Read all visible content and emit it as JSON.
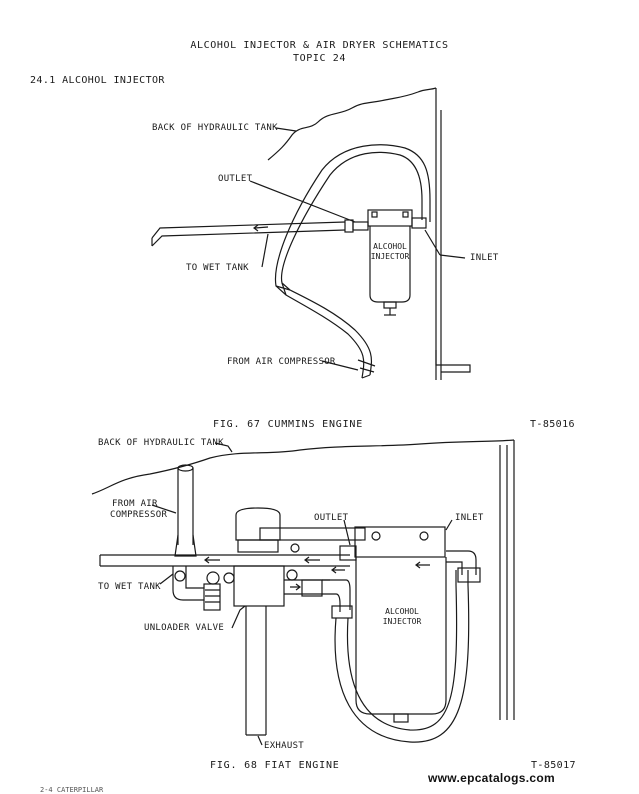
{
  "header": {
    "title": "ALCOHOL INJECTOR & AIR DRYER SCHEMATICS",
    "topic": "TOPIC 24"
  },
  "section": {
    "heading": "24.1 ALCOHOL INJECTOR"
  },
  "figure_67": {
    "labels": {
      "back_of_tank": "BACK OF HYDRAULIC TANK",
      "outlet": "OUTLET",
      "injector_line1": "ALCOHOL",
      "injector_line2": "INJECTOR",
      "inlet": "INLET",
      "to_wet_tank": "TO WET TANK",
      "from_air_compressor": "FROM AIR COMPRESSOR"
    },
    "caption": "FIG. 67 CUMMINS ENGINE",
    "code": "T-85016"
  },
  "figure_68": {
    "labels": {
      "back_of_tank": "BACK OF HYDRAULIC TANK",
      "from_air_line1": "FROM AIR",
      "from_air_line2": "COMPRESSOR",
      "outlet": "OUTLET",
      "inlet": "INLET",
      "to_wet_tank": "TO WET TANK",
      "injector_line1": "ALCOHOL",
      "injector_line2": "INJECTOR",
      "unloader_valve": "UNLOADER VALVE",
      "exhaust": "EXHAUST"
    },
    "caption": "FIG. 68 FIAT ENGINE",
    "code": "T-85017"
  },
  "watermark": "www.epcatalogs.com",
  "footer": "2-4 CATERPILLAR"
}
